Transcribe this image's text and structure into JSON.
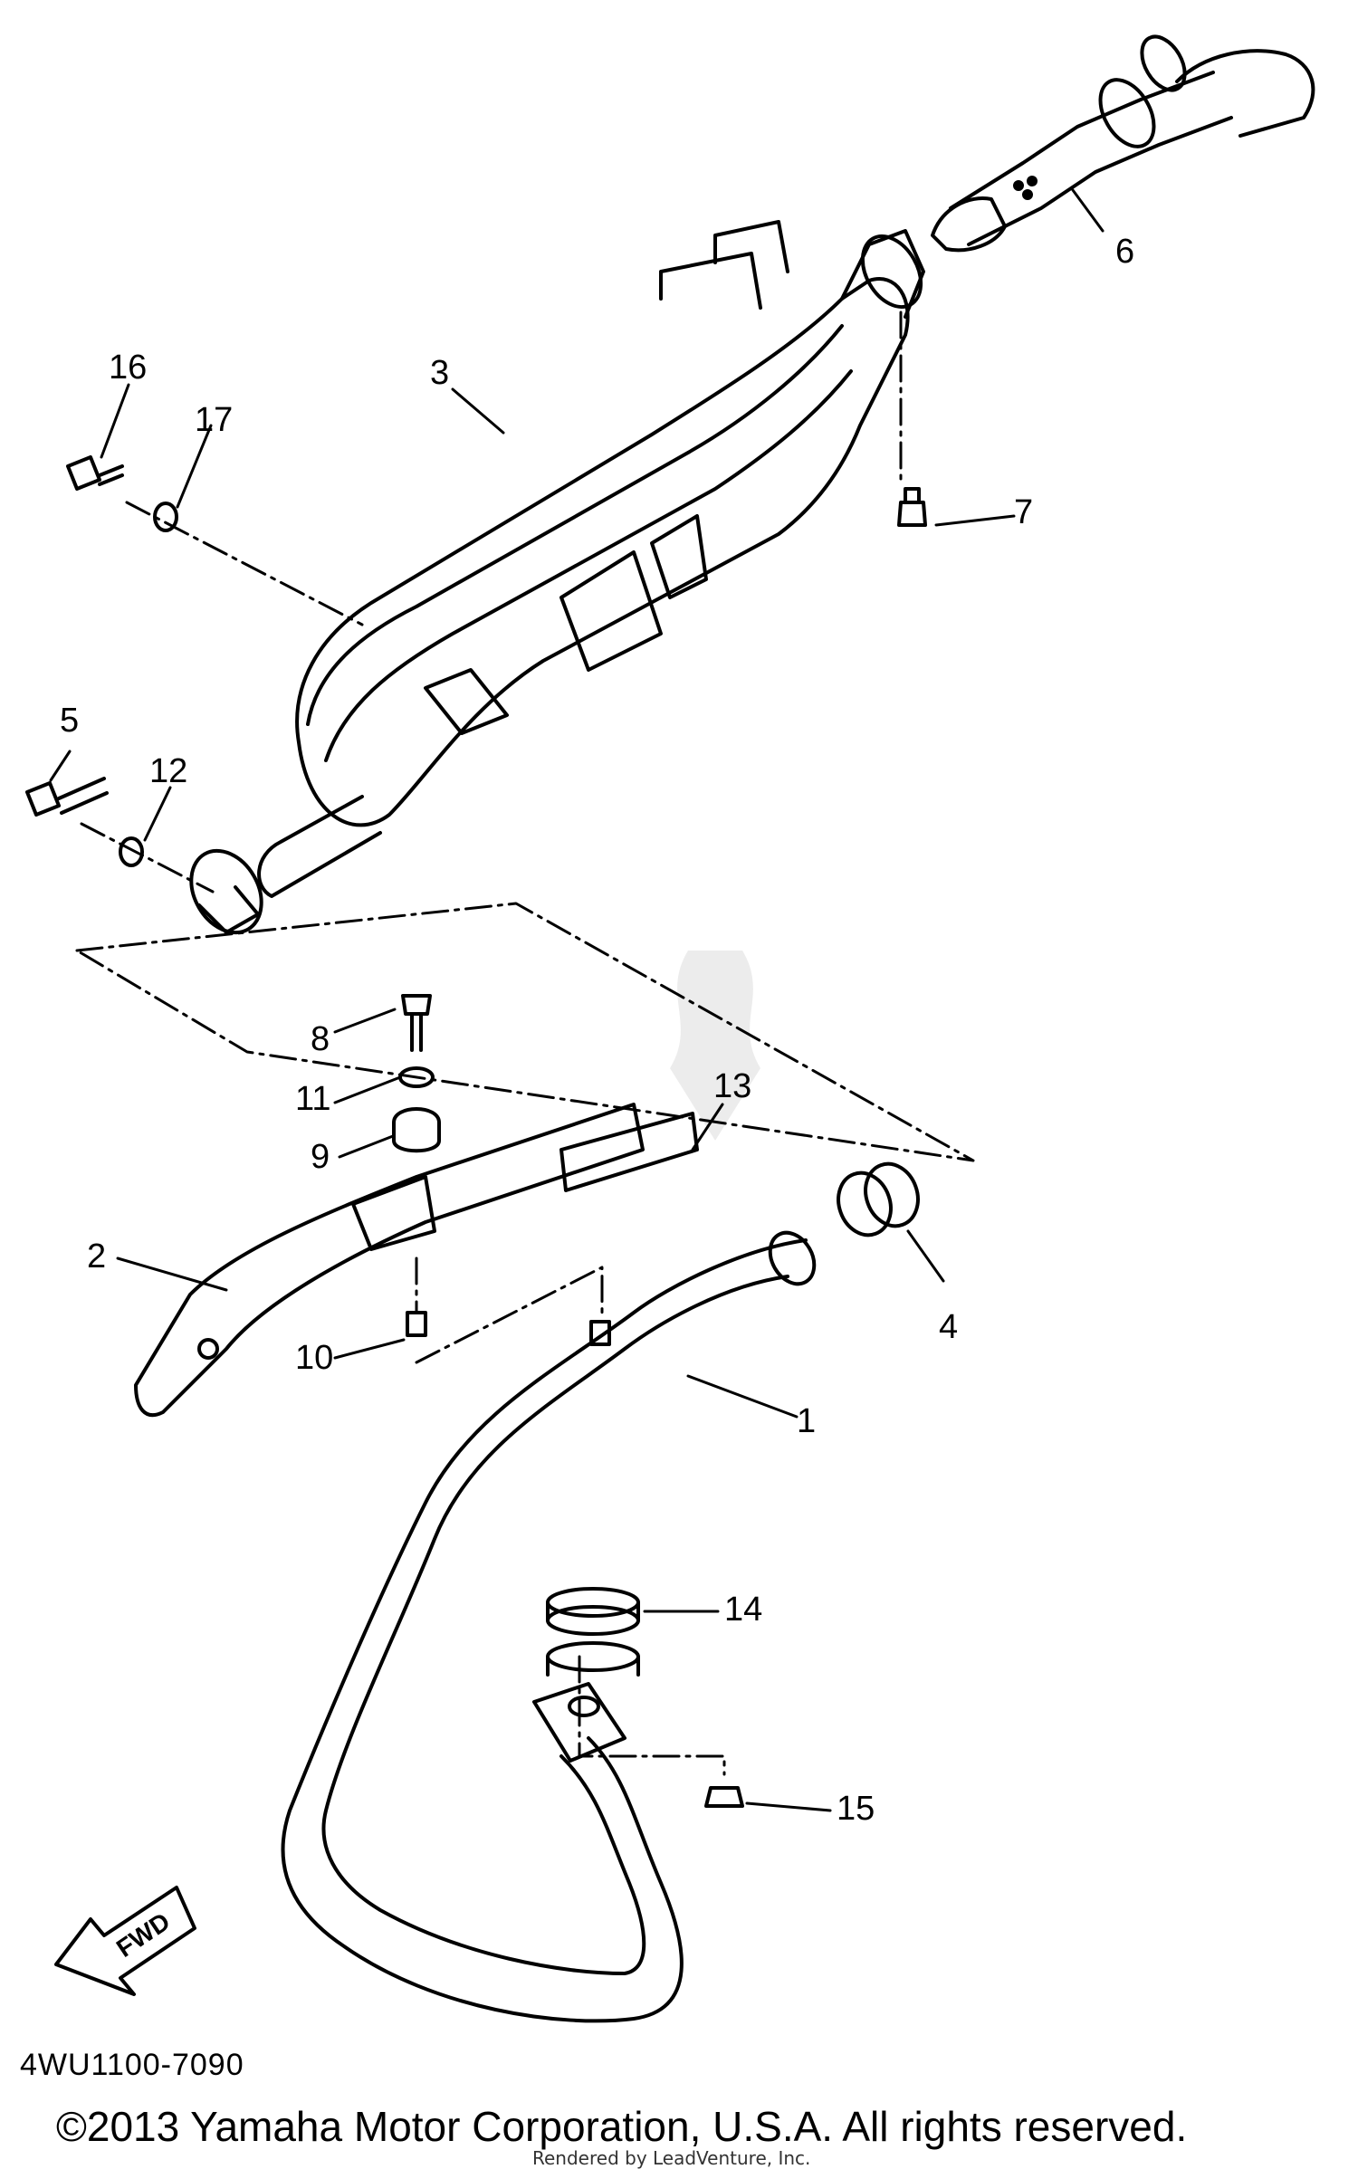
{
  "diagram": {
    "callouts": [
      "1",
      "2",
      "3",
      "4",
      "5",
      "6",
      "7",
      "8",
      "9",
      "10",
      "11",
      "12",
      "13",
      "14",
      "15",
      "16",
      "17"
    ],
    "fwd_label": "FWD",
    "diagram_code": "4WU1100-7090",
    "copyright": "©2013 Yamaha Motor Corporation, U.S.A. All rights reserved.",
    "rendered_by": "Rendered by LeadVenture, Inc.",
    "watermark_icon": "leadventure-logo-icon"
  }
}
